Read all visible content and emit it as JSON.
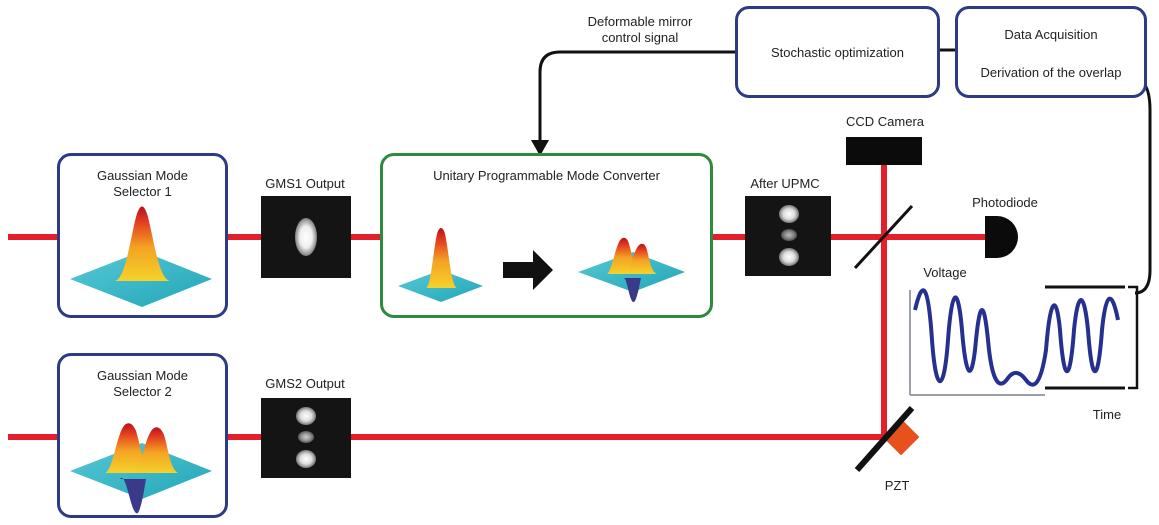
{
  "labels": {
    "gms1": "Gaussian Mode\nSelector 1",
    "gms2": "Gaussian Mode\nSelector 2",
    "gms1_output": "GMS1 Output",
    "gms2_output": "GMS2 Output",
    "upmc": "Unitary Programmable Mode Converter",
    "after_upmc": "After UPMC",
    "ccd": "CCD Camera",
    "photodiode": "Photodiode",
    "voltage": "Voltage",
    "time": "Time",
    "pzt": "PZT",
    "dm_signal": "Deformable mirror\ncontrol signal",
    "stochastic": "Stochastic optimization",
    "daq_line1": "Data Acquisition",
    "daq_line2": "Derivation of the overlap"
  },
  "colors": {
    "beam": "#e41e2b",
    "box_border": "#2d3a86",
    "upmc_border": "#2e8b3e",
    "pzt": "#e8511c",
    "signal_trace": "#25308f"
  },
  "icons": [
    "gaussian-mode-icon",
    "hermite-gaussian-mode-icon",
    "arrow-right-icon",
    "beam-splitter-icon",
    "photodiode-icon",
    "mirror-icon"
  ]
}
